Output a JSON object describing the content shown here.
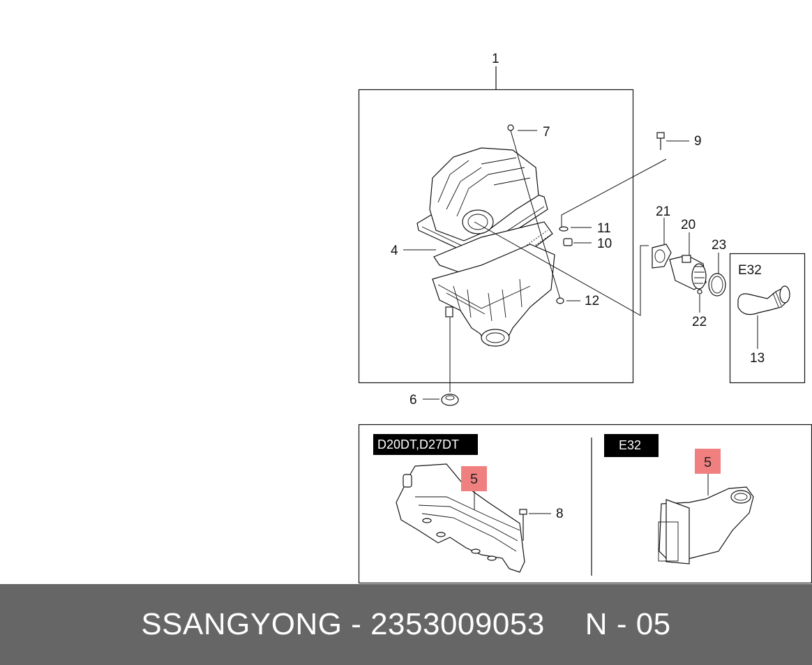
{
  "callouts": {
    "c1": "1",
    "c4": "4",
    "c6": "6",
    "c7": "7",
    "c8": "8",
    "c9": "9",
    "c10": "10",
    "c11": "11",
    "c12": "12",
    "c13": "13",
    "c20": "20",
    "c21": "21",
    "c22": "22",
    "c23": "23",
    "c5a": "5",
    "c5b": "5"
  },
  "tags": {
    "e32_inset": "E32",
    "variant_left": "D20DT,D27DT",
    "variant_right": "E32"
  },
  "footer": {
    "brand": "SSANGYONG",
    "separator1": "-",
    "part_number": "2353009053",
    "section": "N",
    "separator2": "-",
    "page": "05"
  },
  "colors": {
    "footer_bg": "#666666",
    "highlight_box": "#f08080",
    "tag_bg": "#000000"
  }
}
